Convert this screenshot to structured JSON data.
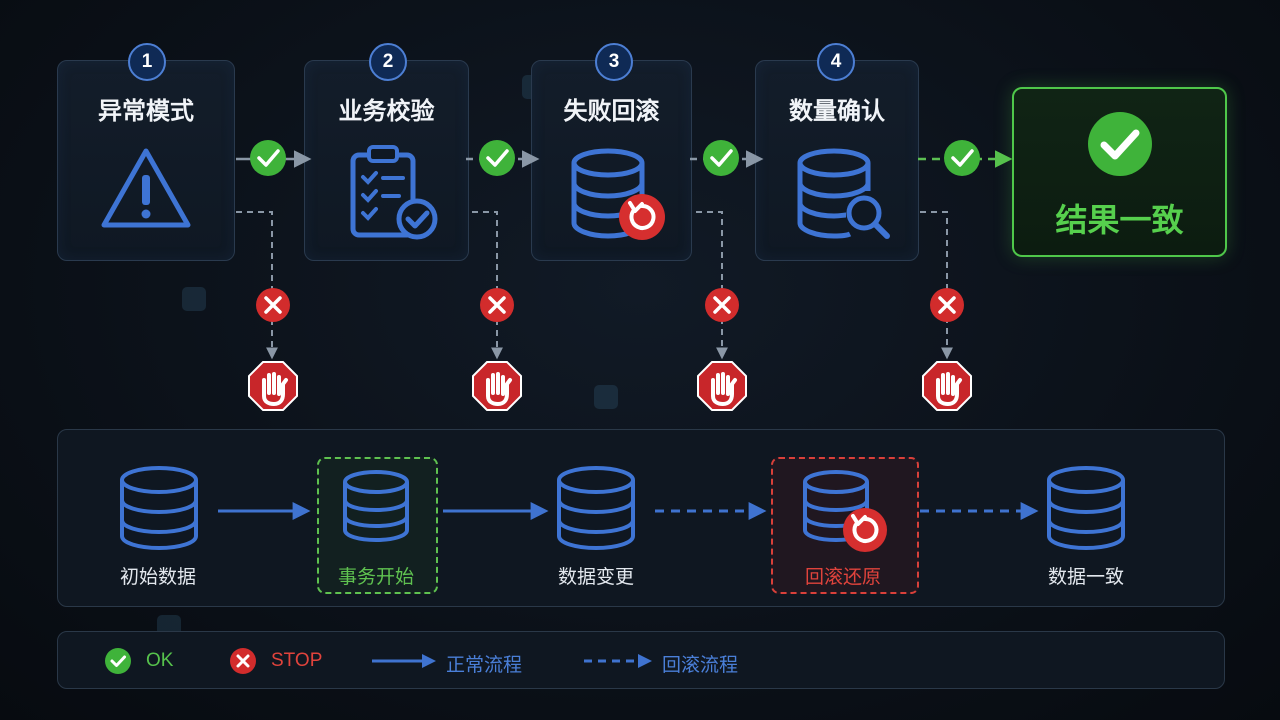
{
  "steps": [
    {
      "number": "1",
      "title": "异常模式",
      "icon": "warning-triangle-icon"
    },
    {
      "number": "2",
      "title": "业务校验",
      "icon": "clipboard-check-icon"
    },
    {
      "number": "3",
      "title": "失败回滚",
      "icon": "database-rollback-icon"
    },
    {
      "number": "4",
      "title": "数量确认",
      "icon": "database-search-icon"
    }
  ],
  "result": {
    "title": "结果一致",
    "icon": "check-circle-icon"
  },
  "flow": {
    "nodes": [
      {
        "label": "初始数据",
        "highlight": "none"
      },
      {
        "label": "事务开始",
        "highlight": "green"
      },
      {
        "label": "数据变更",
        "highlight": "none"
      },
      {
        "label": "回滚还原",
        "highlight": "red"
      },
      {
        "label": "数据一致",
        "highlight": "none"
      }
    ]
  },
  "legend": {
    "ok": "OK",
    "stop": "STOP",
    "normal": "正常流程",
    "rollback": "回滚流程"
  },
  "colors": {
    "ok_green": "#3fb33a",
    "stop_red": "#d22c2c",
    "flow_blue": "#3f73d0",
    "rollback_red": "#d9403a"
  }
}
